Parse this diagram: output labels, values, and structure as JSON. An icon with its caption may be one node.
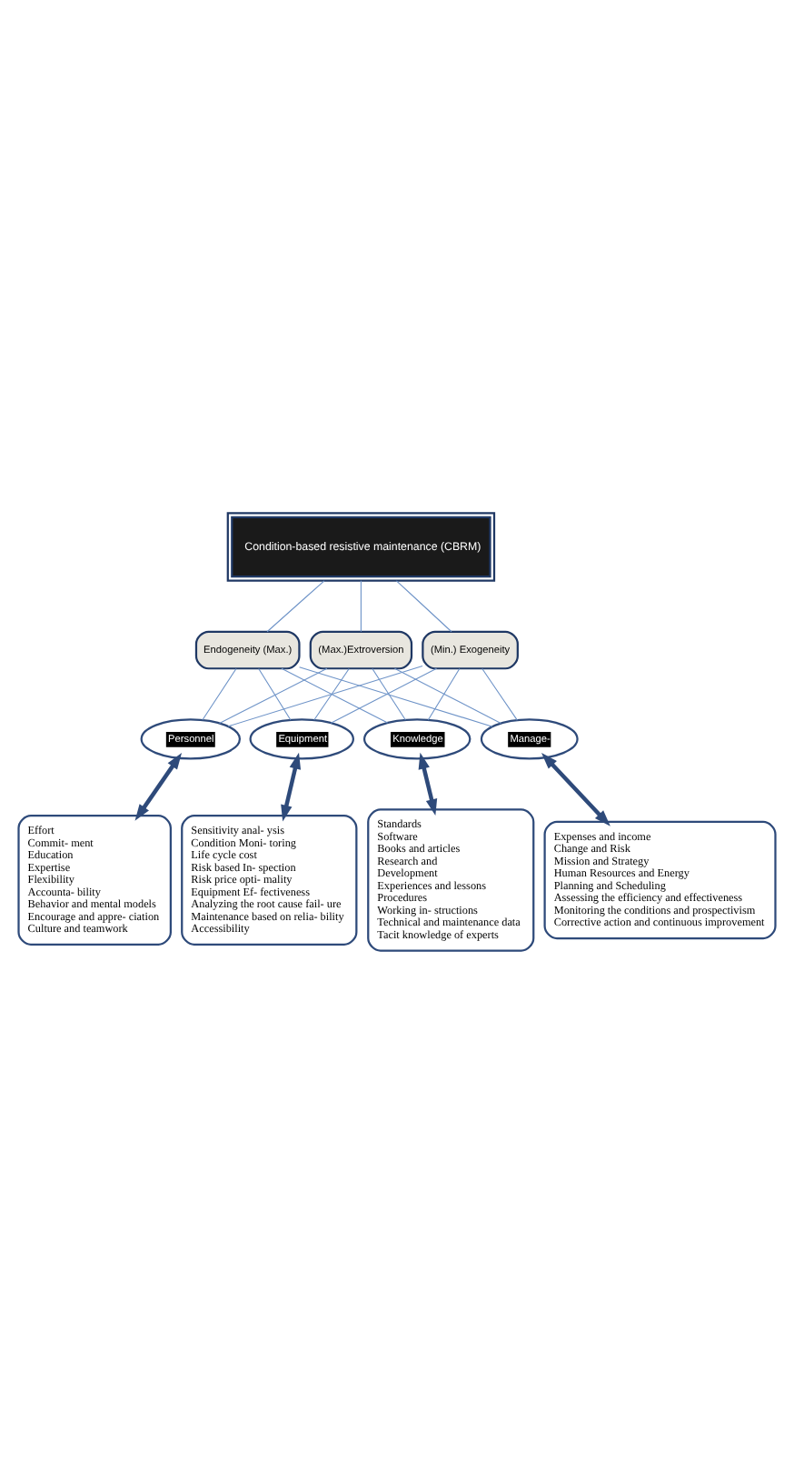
{
  "diagram": {
    "nodes": [
      {
        "text": [
          "Condition-based resistive maintenance (CBRM)"
        ]
      },
      {
        "text": [
          "Endogeneity (Max.)"
        ]
      },
      {
        "text": [
          "(Max.)Extroversion"
        ]
      },
      {
        "text": [
          "(Min.) Exogeneity"
        ]
      },
      {
        "text": [
          "Personnel"
        ]
      },
      {
        "text": [
          "Equipment"
        ]
      },
      {
        "text": [
          "Knowledge"
        ]
      },
      {
        "text": [
          "Manage-"
        ]
      },
      {
        "text": [
          "Effort",
          "Commit- ment",
          "Education",
          "Expertise",
          "Flexibility",
          "Accounta- bility",
          "Behavior and mental models",
          "Encourage and appre- ciation",
          "Culture and teamwork"
        ]
      },
      {
        "text": [
          "Sensitivity anal- ysis",
          "Condition Moni- toring",
          "Life cycle cost",
          "Risk based In- spection",
          "Risk price opti- mality",
          "Equipment Ef- fectiveness",
          "Analyzing the root cause fail- ure",
          "Maintenance based on relia- bility",
          "Accessibility"
        ]
      },
      {
        "text": [
          "Standards",
          "Software",
          "Books and articles",
          "Research and",
          "Development",
          "Experiences and lessons",
          "Procedures",
          "Working in- structions",
          "Technical and maintenance data",
          "Tacit knowledge of experts"
        ]
      },
      {
        "text": [
          "Expenses and income",
          "Change and Risk",
          "Mission and Strategy",
          "Human Resources and Energy",
          "Planning and Scheduling",
          "Assessing the efficiency and effectiveness",
          "Monitoring the conditions and prospectivism",
          "Corrective action and continuous improvement"
        ]
      }
    ],
    "edges": [
      {
        "from": 0,
        "to": 1,
        "arrow": "none"
      },
      {
        "from": 0,
        "to": 2,
        "arrow": "none"
      },
      {
        "from": 0,
        "to": 3,
        "arrow": "none"
      },
      {
        "from": 1,
        "to": 4,
        "arrow": "none"
      },
      {
        "from": 1,
        "to": 5,
        "arrow": "none"
      },
      {
        "from": 1,
        "to": 6,
        "arrow": "none"
      },
      {
        "from": 1,
        "to": 7,
        "arrow": "none"
      },
      {
        "from": 2,
        "to": 4,
        "arrow": "none"
      },
      {
        "from": 2,
        "to": 5,
        "arrow": "none"
      },
      {
        "from": 2,
        "to": 6,
        "arrow": "none"
      },
      {
        "from": 2,
        "to": 7,
        "arrow": "none"
      },
      {
        "from": 3,
        "to": 4,
        "arrow": "none"
      },
      {
        "from": 3,
        "to": 5,
        "arrow": "none"
      },
      {
        "from": 3,
        "to": 6,
        "arrow": "none"
      },
      {
        "from": 3,
        "to": 7,
        "arrow": "none"
      },
      {
        "from": 4,
        "to": 8,
        "arrow": "both",
        "style": "thick",
        "color": "#2e4a7a"
      },
      {
        "from": 5,
        "to": 9,
        "arrow": "both",
        "style": "thick",
        "color": "#2e4a7a"
      },
      {
        "from": 6,
        "to": 10,
        "arrow": "both",
        "style": "thick",
        "color": "#2e4a7a"
      },
      {
        "from": 7,
        "to": 11,
        "arrow": "both",
        "style": "thick",
        "color": "#2e4a7a"
      }
    ]
  }
}
